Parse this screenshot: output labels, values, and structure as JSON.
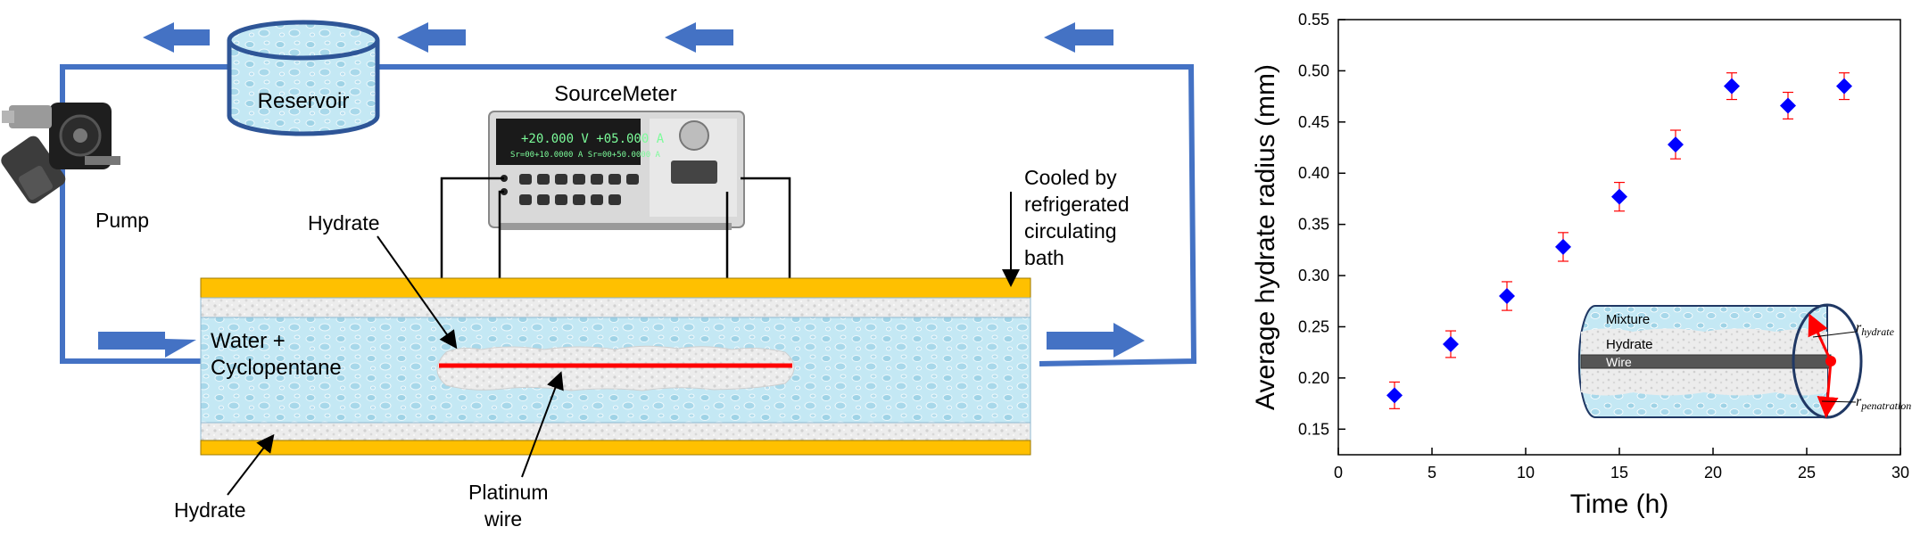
{
  "diagram": {
    "labels": {
      "reservoir": "Reservoir",
      "pump": "Pump",
      "sourcemeter": "SourceMeter",
      "hydrate_top": "Hydrate",
      "hydrate_bottom": "Hydrate",
      "water_line1": "Water +",
      "water_line2": "Cyclopentane",
      "platinum_line1": "Platinum",
      "platinum_line2": "wire",
      "cooled_line1": "Cooled by",
      "cooled_line2": "refrigerated",
      "cooled_line3": "circulating",
      "cooled_line4": "bath"
    },
    "sourcemeter_display": {
      "line1": "+20.000 V  +05.000 A",
      "line2": "Sr=00+10.0000 A  Sr=00+50.0000 A"
    },
    "colors": {
      "pipe": "#4472c4",
      "arrow": "#4472c4",
      "water": "#bfe6f2",
      "hydrate": "#e6e6e6",
      "wall": "#ffc000",
      "wire": "#ff0000"
    }
  },
  "chart_data": {
    "type": "scatter",
    "xlabel": "Time (h)",
    "ylabel": "Average hydrate radius (mm)",
    "xlim": [
      0,
      30
    ],
    "ylim": [
      0.125,
      0.55
    ],
    "xticks": [
      0,
      5,
      10,
      15,
      20,
      25,
      30
    ],
    "yticks": [
      0.15,
      0.2,
      0.25,
      0.3,
      0.35,
      0.4,
      0.45,
      0.5,
      0.55
    ],
    "series": [
      {
        "x": [
          3,
          6,
          9,
          12,
          15,
          18,
          21,
          24,
          27
        ],
        "y": [
          0.183,
          0.233,
          0.28,
          0.328,
          0.377,
          0.428,
          0.485,
          0.466,
          0.485
        ],
        "err": [
          0.013,
          0.013,
          0.014,
          0.014,
          0.014,
          0.014,
          0.013,
          0.013,
          0.013
        ]
      }
    ],
    "marker_color": "#0000ff",
    "errorbar_color": "#ff0000",
    "inset": {
      "mixture": "Mixture",
      "hydrate": "Hydrate",
      "wire": "Wire",
      "r_hydrate": "r",
      "r_hydrate_sub": "hydrate",
      "r_pen": "r",
      "r_pen_sub": "penatration"
    }
  }
}
